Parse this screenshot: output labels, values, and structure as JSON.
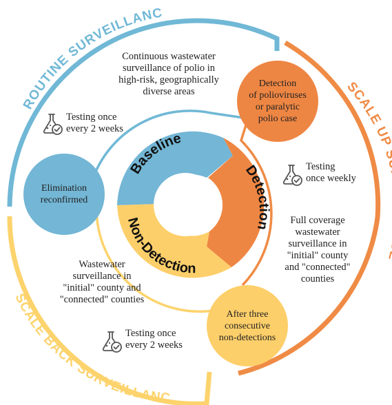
{
  "colors": {
    "routine": "#70b8d6",
    "scaleup": "#ef8b45",
    "scaleback": "#fcd36c",
    "baseline": "#73b6d5",
    "detection": "#ee8643",
    "nondetection": "#fdcf6a",
    "flask": "#555555"
  },
  "arcs": {
    "routine": "ROUTINE SURVEILLANCE",
    "scaleup": "SCALE UP SURVEILLANCE",
    "scaleback": "SCALE BACK SURVEILLANCE"
  },
  "ring": {
    "baseline": "Baseline",
    "detection": "Detection",
    "nondetection": "Non-Detection"
  },
  "nodes": {
    "detection_event": [
      "Detection",
      "of polioviruses",
      "or paralytic",
      "polio case"
    ],
    "elimination": [
      "Elimination",
      "reconfirmed"
    ],
    "after_three": [
      "After three",
      "consecutive",
      "non-detections"
    ]
  },
  "descriptions": {
    "routine": [
      "Continuous wastewater",
      "surveillance of polio in",
      "high-risk, geographically",
      "diverse areas"
    ],
    "scaleup": [
      "Full coverage",
      "wastewater",
      "surveillance in",
      "\"initial\" county",
      "and \"connected\"",
      "counties"
    ],
    "scaleback": [
      "Wastewater",
      "surveillance in",
      "\"initial\" county and",
      "\"connected\" counties"
    ]
  },
  "testing": {
    "routine": [
      "Testing once",
      "every 2 weeks"
    ],
    "scaleup": [
      "Testing",
      "once weekly"
    ],
    "scaleback": [
      "Testing once",
      "every 2 weeks"
    ]
  },
  "icons": {
    "routine": "flask-check-icon",
    "scaleup": "flask-check-icon",
    "scaleback": "flask-check-icon"
  }
}
